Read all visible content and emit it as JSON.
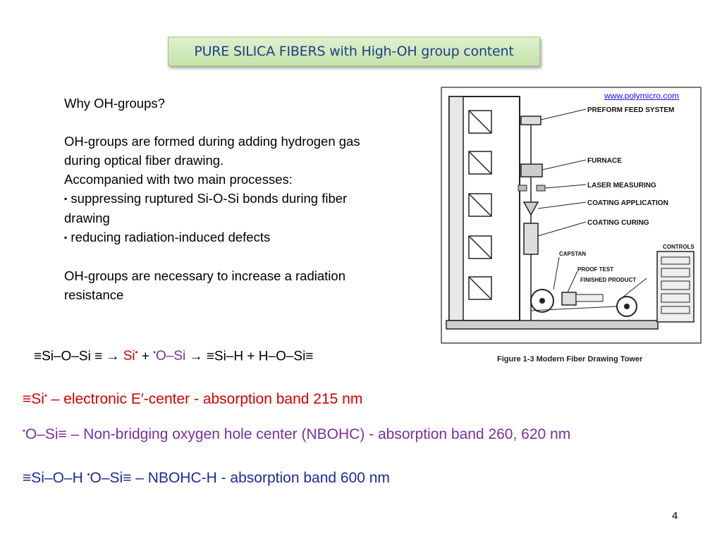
{
  "title": "PURE SILICA FIBERS with High-OH group content",
  "body": {
    "q": "Why OH-groups?",
    "p1a": "OH-groups are formed during adding hydrogen gas",
    "p1b": "during optical fiber drawing.",
    "p2": "Accompanied with two main processes:",
    "b1a": "suppressing ruptured Si-O-Si bonds during fiber",
    "b1b": "drawing",
    "b2": "reducing radiation-induced defects",
    "p3a": "OH-groups are necessary to increase a radiation",
    "p3b": "resistance",
    "bullet": "▪"
  },
  "figure": {
    "source": "www.polymicro.com",
    "caption": "Figure 1-3 Modern Fiber Drawing Tower",
    "labels": {
      "preform": "PREFORM FEED SYSTEM",
      "furnace": "FURNACE",
      "laser": "LASER MEASURING",
      "coating_app": "COATING APPLICATION",
      "coating_cur": "COATING CURING",
      "controls": "CONTROLS",
      "capstan": "CAPSTAN",
      "proof": "PROOF TEST",
      "finished": "FINISHED PRODUCT"
    }
  },
  "equation": {
    "lhs": "≡Si–O–Si ≡",
    "arrow1": "→",
    "si": "Si",
    "plus1": "+",
    "osi": "O–Si",
    "arrow2": "→",
    "rhs1": "≡Si–H",
    "plus2": "+",
    "rhs2": "H–O–Si≡",
    "dot": "•"
  },
  "defects": {
    "l1_pre": "≡Si",
    "l1_rest": " – electronic E′-center - absorption band 215 nm",
    "l2_rest": "O–Si≡ – Non-bridging oxygen hole center (NBOHC) - absorption band 260, 620 nm",
    "l3_a": "≡Si–O–H ",
    "l3_b": "O–Si≡  –  NBOHC-H - absorption band 600 nm"
  },
  "page_number": "4"
}
